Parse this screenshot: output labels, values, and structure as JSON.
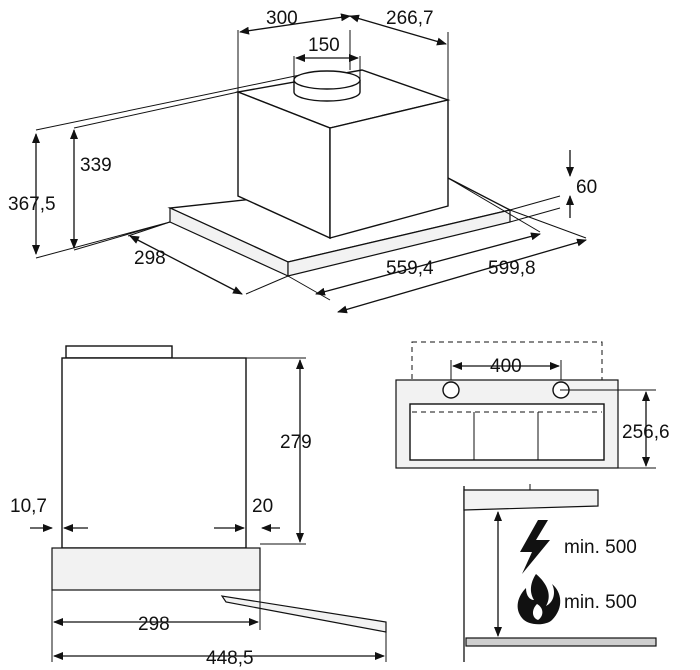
{
  "iso_view": {
    "width_top": "300",
    "depth_top": "266,7",
    "duct_diameter": "150",
    "height_339": "339",
    "height_367": "367,5",
    "depth_298": "298",
    "frame_thickness": "60",
    "width_559": "559,4",
    "width_599": "599,8"
  },
  "side_view": {
    "height_279": "279",
    "offset_left": "10,7",
    "offset_right": "20",
    "depth_298": "298",
    "depth_extended": "448,5"
  },
  "front_view": {
    "hole_spacing": "400",
    "height_256": "256,6"
  },
  "install": {
    "electric_clearance": "min. 500",
    "gas_clearance": "min. 500"
  }
}
